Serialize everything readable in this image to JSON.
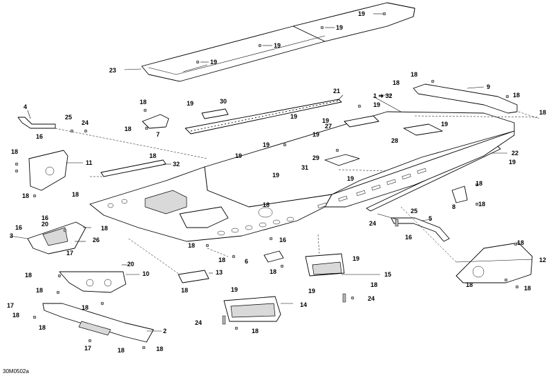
{
  "diagram": {
    "document_code": "30M0502a",
    "callouts": [
      {
        "id": "c-23",
        "text": "23"
      },
      {
        "id": "c-19a",
        "text": "19"
      },
      {
        "id": "c-19b",
        "text": "19"
      },
      {
        "id": "c-19c",
        "text": "19"
      },
      {
        "id": "c-19d",
        "text": "19"
      },
      {
        "id": "c-18a",
        "text": "18"
      },
      {
        "id": "c-18b",
        "text": "18"
      },
      {
        "id": "c-9",
        "text": "9"
      },
      {
        "id": "c-18c",
        "text": "18"
      },
      {
        "id": "c-18d",
        "text": "18"
      },
      {
        "id": "c-1-32",
        "text": "1 ➔ 32"
      },
      {
        "id": "c-21",
        "text": "21"
      },
      {
        "id": "c-30",
        "text": "30"
      },
      {
        "id": "c-19e",
        "text": "19"
      },
      {
        "id": "c-18e",
        "text": "18"
      },
      {
        "id": "c-18f",
        "text": "18"
      },
      {
        "id": "c-7",
        "text": "7"
      },
      {
        "id": "c-4",
        "text": "4"
      },
      {
        "id": "c-25a",
        "text": "25"
      },
      {
        "id": "c-24a",
        "text": "24"
      },
      {
        "id": "c-16a",
        "text": "16"
      },
      {
        "id": "c-19f",
        "text": "19"
      },
      {
        "id": "c-19g",
        "text": "19"
      },
      {
        "id": "c-27",
        "text": "27"
      },
      {
        "id": "c-19h",
        "text": "19"
      },
      {
        "id": "c-19i",
        "text": "19"
      },
      {
        "id": "c-19j",
        "text": "19"
      },
      {
        "id": "c-19k",
        "text": "19"
      },
      {
        "id": "c-28",
        "text": "28"
      },
      {
        "id": "c-22",
        "text": "22"
      },
      {
        "id": "c-19l",
        "text": "19"
      },
      {
        "id": "c-18g",
        "text": "18"
      },
      {
        "id": "c-11",
        "text": "11"
      },
      {
        "id": "c-18h",
        "text": "18"
      },
      {
        "id": "c-32",
        "text": "32"
      },
      {
        "id": "c-19m",
        "text": "19"
      },
      {
        "id": "c-29",
        "text": "29"
      },
      {
        "id": "c-31",
        "text": "31"
      },
      {
        "id": "c-19n",
        "text": "19"
      },
      {
        "id": "c-19o",
        "text": "19"
      },
      {
        "id": "c-18i",
        "text": "18"
      },
      {
        "id": "c-18j",
        "text": "18"
      },
      {
        "id": "c-18k",
        "text": "18"
      },
      {
        "id": "c-8",
        "text": "8"
      },
      {
        "id": "c-18l",
        "text": "18"
      },
      {
        "id": "c-25b",
        "text": "25"
      },
      {
        "id": "c-5",
        "text": "5"
      },
      {
        "id": "c-24b",
        "text": "24"
      },
      {
        "id": "c-16b",
        "text": "16"
      },
      {
        "id": "c-18m",
        "text": "18"
      },
      {
        "id": "c-16c",
        "text": "16"
      },
      {
        "id": "c-20a",
        "text": "20"
      },
      {
        "id": "c-16d",
        "text": "16"
      },
      {
        "id": "c-18n",
        "text": "18"
      },
      {
        "id": "c-3",
        "text": "3"
      },
      {
        "id": "c-26",
        "text": "26"
      },
      {
        "id": "c-17a",
        "text": "17"
      },
      {
        "id": "c-16e",
        "text": "16"
      },
      {
        "id": "c-18o",
        "text": "18"
      },
      {
        "id": "c-6",
        "text": "6"
      },
      {
        "id": "c-18p",
        "text": "18"
      },
      {
        "id": "c-19p",
        "text": "19"
      },
      {
        "id": "c-18q",
        "text": "18"
      },
      {
        "id": "c-15",
        "text": "15"
      },
      {
        "id": "c-18r",
        "text": "18"
      },
      {
        "id": "c-19q",
        "text": "19"
      },
      {
        "id": "c-24c",
        "text": "24"
      },
      {
        "id": "c-18s",
        "text": "18"
      },
      {
        "id": "c-12",
        "text": "12"
      },
      {
        "id": "c-18t",
        "text": "18"
      },
      {
        "id": "c-18u",
        "text": "18"
      },
      {
        "id": "c-20b",
        "text": "20"
      },
      {
        "id": "c-18v",
        "text": "18"
      },
      {
        "id": "c-10",
        "text": "10"
      },
      {
        "id": "c-18w",
        "text": "18"
      },
      {
        "id": "c-18x",
        "text": "18"
      },
      {
        "id": "c-13",
        "text": "13"
      },
      {
        "id": "c-18y",
        "text": "18"
      },
      {
        "id": "c-19r",
        "text": "19"
      },
      {
        "id": "c-14",
        "text": "14"
      },
      {
        "id": "c-17b",
        "text": "17"
      },
      {
        "id": "c-18z",
        "text": "18"
      },
      {
        "id": "c-18aa",
        "text": "18"
      },
      {
        "id": "c-24d",
        "text": "24"
      },
      {
        "id": "c-18ab",
        "text": "18"
      },
      {
        "id": "c-2",
        "text": "2"
      },
      {
        "id": "c-17c",
        "text": "17"
      },
      {
        "id": "c-18ac",
        "text": "18"
      },
      {
        "id": "c-18ad",
        "text": "18"
      }
    ]
  }
}
